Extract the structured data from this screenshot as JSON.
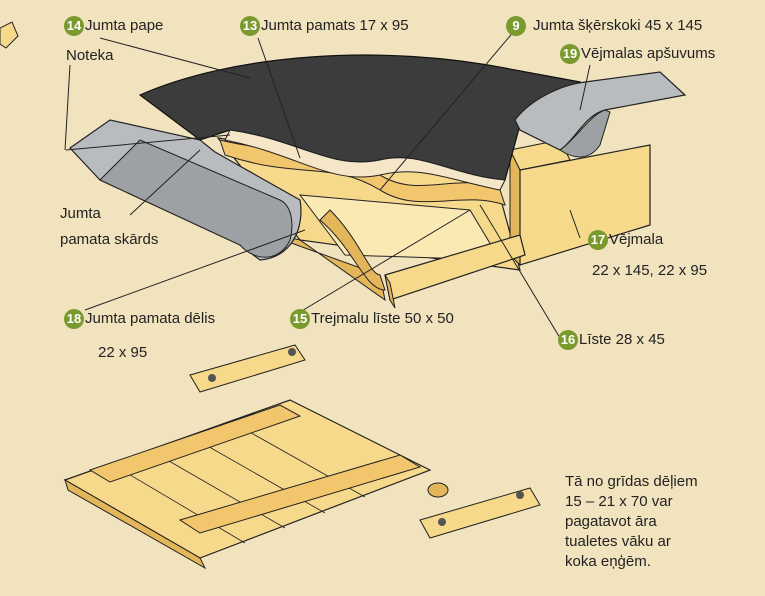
{
  "colors": {
    "background": "#f2e3bf",
    "roof": "#3c3c3c",
    "metal": "#b9bcbe",
    "wood": "#f7d98c",
    "wood_dark": "#e3b65a",
    "badge": "#7a9a2e"
  },
  "labels": {
    "l14": {
      "num": "14",
      "text": "Jumta pape"
    },
    "l13": {
      "num": "13",
      "text": "Jumta pamats  17 x 95"
    },
    "l9": {
      "num": "9",
      "text": "Jumta šķērskoki 45 x 145"
    },
    "l19": {
      "num": "19",
      "text": "Vējmalas apšuvums"
    },
    "noteka": "Noteka",
    "skards_1": "Jumta",
    "skards_2": "pamata skārds",
    "l17": {
      "num": "17",
      "text": "Vējmala"
    },
    "l17_dims": "22 x 145, 22 x 95",
    "l18": {
      "num": "18",
      "text": "Jumta pamata dēlis"
    },
    "l18_dims": "22 x 95",
    "l15": {
      "num": "15",
      "text": "Trejmalu līste 50 x 50"
    },
    "l16": {
      "num": "16",
      "text": "Līste 28 x 45"
    }
  },
  "note": [
    "Tā no grīdas dēļiem",
    "15 – 21 x 70 var",
    "pagatavot āra",
    "tualetes vāku ar",
    "koka eņģēm."
  ]
}
